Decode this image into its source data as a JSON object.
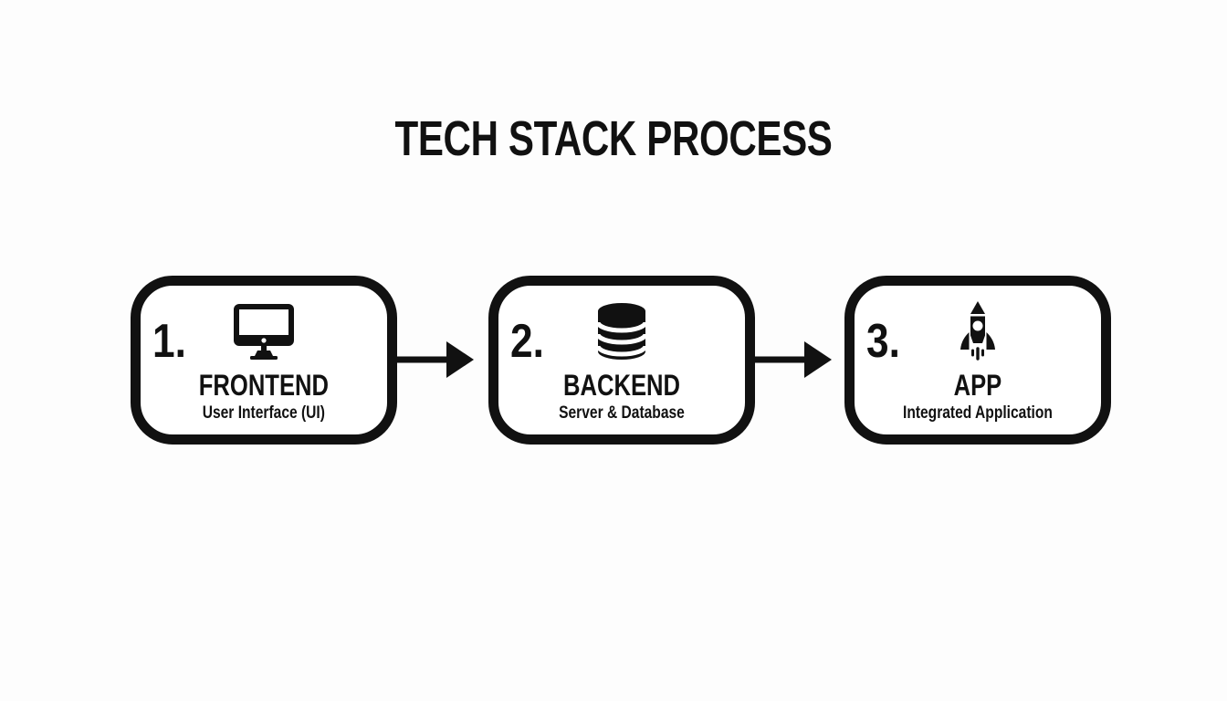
{
  "diagram": {
    "title": "TECH STACK PROCESS",
    "colors": {
      "background": "#fdfdfd",
      "ink": "#111111",
      "box_fill": "#ffffff"
    }
  },
  "steps": [
    {
      "number": "1.",
      "icon": "monitor-icon",
      "title": "FRONTEND",
      "subtitle": "User Interface (UI)"
    },
    {
      "number": "2.",
      "icon": "database-icon",
      "title": "BACKEND",
      "subtitle": "Server & Database"
    },
    {
      "number": "3.",
      "icon": "rocket-icon",
      "title": "APP",
      "subtitle": "Integrated Application"
    }
  ],
  "connectors": [
    {
      "name": "arrow-frontend-to-backend",
      "direction": "right"
    },
    {
      "name": "arrow-backend-to-app",
      "direction": "right"
    }
  ]
}
